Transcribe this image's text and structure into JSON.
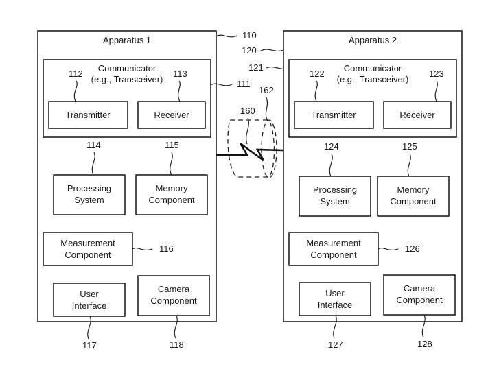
{
  "diagram": {
    "apparatus": [
      {
        "title": "Apparatus 1",
        "ref": "110",
        "communicator": {
          "line1": "Communicator",
          "line2": "(e.g., Transceiver)",
          "ref": "111"
        },
        "transmitter": {
          "label": "Transmitter",
          "ref": "112"
        },
        "receiver": {
          "label": "Receiver",
          "ref": "113"
        },
        "processing": {
          "line1": "Processing",
          "line2": "System",
          "ref": "114"
        },
        "memory": {
          "line1": "Memory",
          "line2": "Component",
          "ref": "115"
        },
        "measurement": {
          "line1": "Measurement",
          "line2": "Component",
          "ref": "116"
        },
        "user_interface": {
          "line1": "User",
          "line2": "Interface",
          "ref": "117"
        },
        "camera": {
          "line1": "Camera",
          "line2": "Component",
          "ref": "118"
        }
      },
      {
        "title": "Apparatus 2",
        "ref": "120",
        "communicator": {
          "line1": "Communicator",
          "line2": "(e.g., Transceiver)",
          "ref": "121"
        },
        "transmitter": {
          "label": "Transmitter",
          "ref": "122"
        },
        "receiver": {
          "label": "Receiver",
          "ref": "123"
        },
        "processing": {
          "line1": "Processing",
          "line2": "System",
          "ref": "124"
        },
        "memory": {
          "line1": "Memory",
          "line2": "Component",
          "ref": "125"
        },
        "measurement": {
          "line1": "Measurement",
          "line2": "Component",
          "ref": "126"
        },
        "user_interface": {
          "line1": "User",
          "line2": "Interface",
          "ref": "127"
        },
        "camera": {
          "line1": "Camera",
          "line2": "Component",
          "ref": "128"
        }
      }
    ],
    "link": {
      "ref": "160",
      "region_ref": "162"
    }
  }
}
